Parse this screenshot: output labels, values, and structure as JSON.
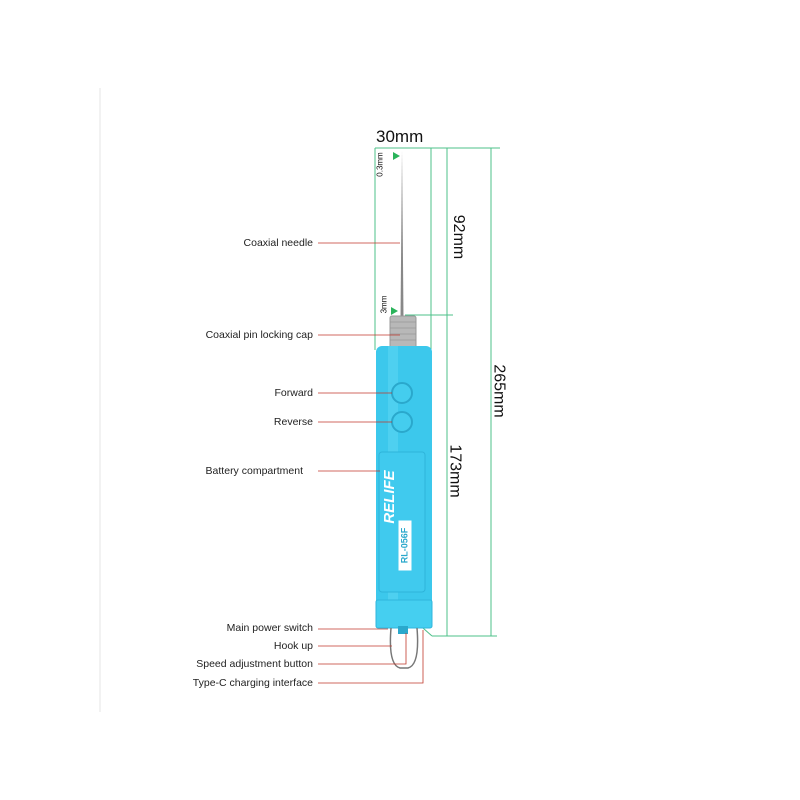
{
  "product": {
    "brand": "RELIFE",
    "model": "RL-056F"
  },
  "dimensions": {
    "width": "30mm",
    "tip": "0.3mm",
    "needle_base": "3mm",
    "needle_length": "92mm",
    "body_length": "173mm",
    "total_length": "265mm"
  },
  "labels": [
    "Coaxial needle",
    "Coaxial pin locking cap",
    "Forward",
    "Reverse",
    "Battery compartment",
    "Main power switch",
    "Hook up",
    "Speed adjustment button",
    "Type-C charging interface"
  ],
  "colors": {
    "body": "#3cc8ec",
    "dimension": "#3cb878",
    "leader": "#c0392b"
  }
}
